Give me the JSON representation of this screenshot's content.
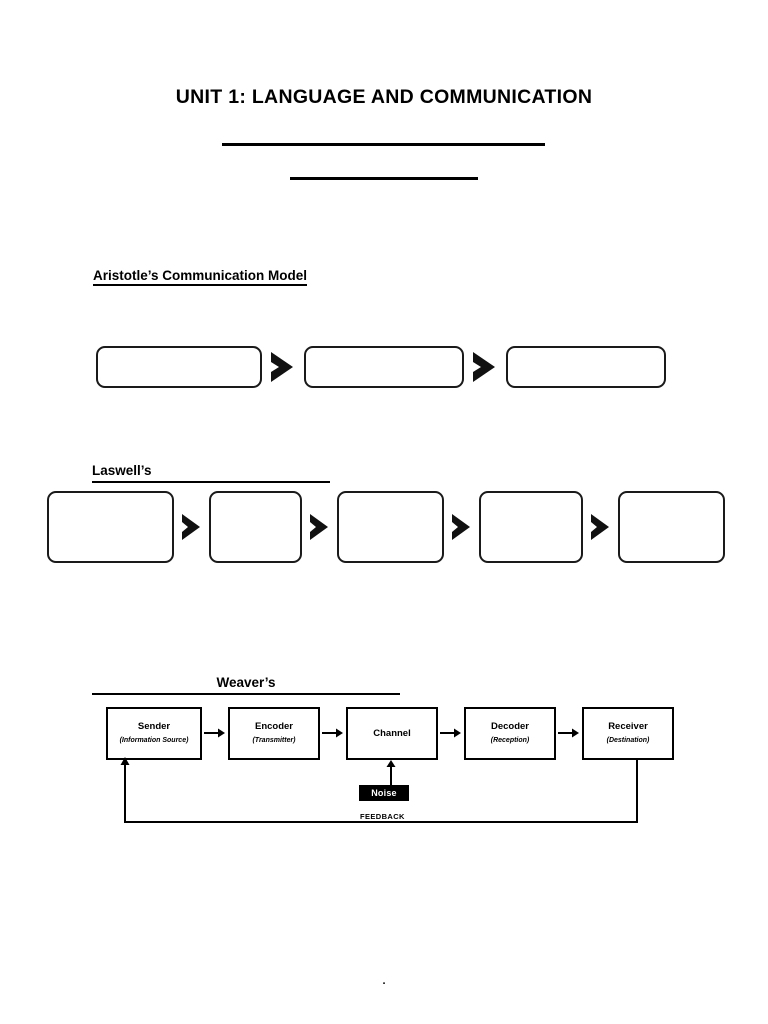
{
  "document": {
    "title": "UNIT 1: LANGUAGE AND COMMUNICATION",
    "footer_mark": ".",
    "blank_lines": [
      {
        "name": "title-blank-line-1"
      },
      {
        "name": "title-blank-line-2"
      }
    ]
  },
  "sections": {
    "aristotle": {
      "heading": "Aristotle’s Communication Model",
      "boxes": [
        {
          "label": ""
        },
        {
          "label": ""
        },
        {
          "label": ""
        }
      ],
      "connector_icon": "chevron-right-icon"
    },
    "laswell": {
      "heading": "Laswell’s",
      "boxes": [
        {
          "label": ""
        },
        {
          "label": ""
        },
        {
          "label": ""
        },
        {
          "label": ""
        },
        {
          "label": ""
        }
      ],
      "connector_icon": "chevron-right-icon"
    },
    "weaver": {
      "heading": "Weaver’s",
      "boxes": [
        {
          "title": "Sender",
          "subtitle": "(Information Source)"
        },
        {
          "title": "Encoder",
          "subtitle": "(Transmitter)"
        },
        {
          "title": "Channel",
          "subtitle": ""
        },
        {
          "title": "Decoder",
          "subtitle": "(Reception)"
        },
        {
          "title": "Receiver",
          "subtitle": "(Destination)"
        }
      ],
      "noise_label": "Noise",
      "feedback_label": "FEEDBACK",
      "arrow_icon": "arrow-right-icon",
      "noise_arrow_icon": "arrow-up-icon",
      "feedback_arrow_icon": "arrow-up-icon"
    }
  },
  "colors": {
    "ink": "#000000",
    "page": "#ffffff",
    "noise_fill": "#000000",
    "noise_text": "#ffffff"
  }
}
